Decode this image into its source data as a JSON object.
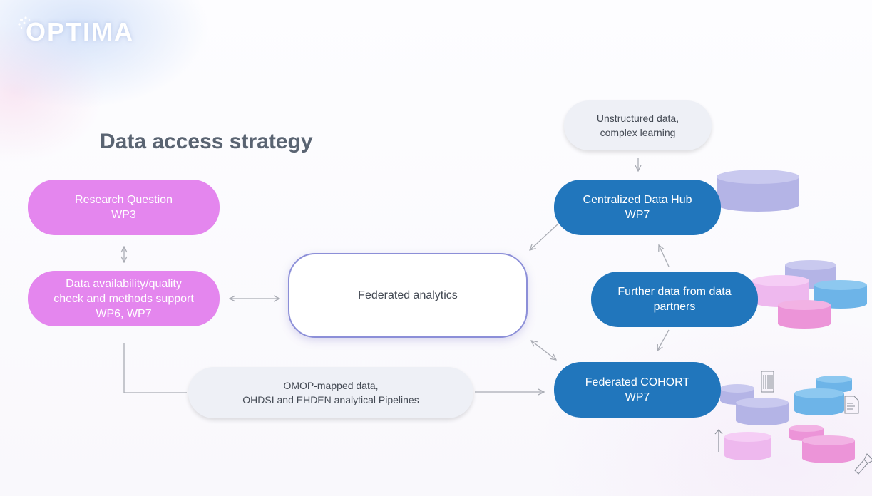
{
  "logo": {
    "text": "OPTIMA"
  },
  "title": "Data access strategy",
  "nodes": {
    "research_question": {
      "line1": "Research Question",
      "line2": "WP3"
    },
    "data_availability": {
      "line1": "Data availability/quality",
      "line2": "check and methods support",
      "line3": "WP6, WP7"
    },
    "federated_analytics": {
      "label": "Federated analytics"
    },
    "unstructured": {
      "line1": "Unstructured data,",
      "line2": "complex learning"
    },
    "central_hub": {
      "line1": "Centralized Data Hub",
      "line2": "WP7"
    },
    "further_data": {
      "line1": "Further data from data",
      "line2": "partners"
    },
    "federated_cohort": {
      "line1": "Federated COHORT",
      "line2": "WP7"
    },
    "omop": {
      "line1": "OMOP-mapped data,",
      "line2": "OHDSI and EHDEN analytical Pipelines"
    }
  },
  "colors": {
    "pink": "#e486ee",
    "blue": "#2176bc",
    "grey_box": "#eef0f6",
    "arrow": "#a9acb4",
    "cyl_lavender": "#b4b4e6",
    "cyl_blue": "#6db4e8",
    "cyl_pink": "#ec94d8",
    "cyl_lightpink": "#eeb8ee"
  },
  "icons": [
    "building-icon",
    "document-icon",
    "flashlight-icon",
    "up-arrow-icon"
  ]
}
